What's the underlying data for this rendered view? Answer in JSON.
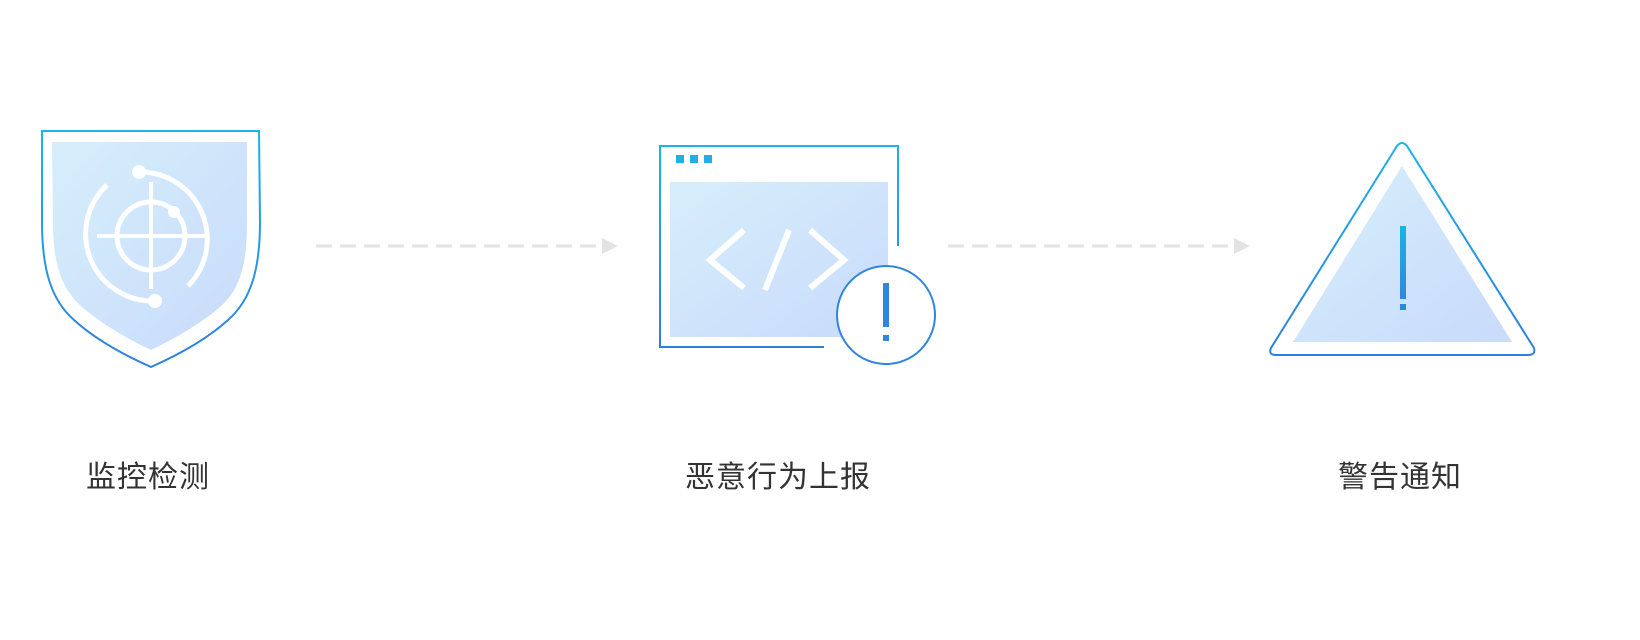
{
  "steps": [
    {
      "label": "监控检测",
      "icon": "shield-target-icon"
    },
    {
      "label": "恶意行为上报",
      "icon": "code-window-alert-icon"
    },
    {
      "label": "警告通知",
      "icon": "warning-triangle-icon"
    }
  ],
  "connectors": [
    {
      "icon": "dashed-arrow-icon"
    },
    {
      "icon": "dashed-arrow-icon"
    }
  ],
  "colors": {
    "stroke_top": "#1BB3E8",
    "stroke_bottom": "#2F7FE0",
    "fill_light": "#D4EBFB",
    "fill_dark": "#C9DDFB",
    "accent": "#1E9BE6",
    "connector": "#E3E3E3",
    "label_text": "#333333"
  }
}
